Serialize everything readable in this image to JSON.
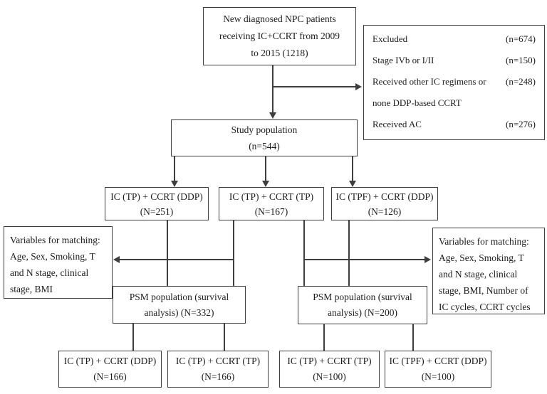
{
  "diagram": {
    "background": "#ffffff",
    "line_color": "#3e3e3e",
    "text_color": "#1c1c1c",
    "top_box": {
      "lines": [
        "New diagnosed NPC patients",
        "receiving IC+CCRT from 2009",
        "to 2015 (1218)"
      ]
    },
    "excluded_box": {
      "rows": [
        {
          "label": "Excluded",
          "value": "(n=674)"
        },
        {
          "label": "Stage IVb or I/II",
          "value": "(n=150)"
        },
        {
          "label": "Received other IC regimens or",
          "value": "(n=248)"
        },
        {
          "label": "none DDP-based CCRT",
          "value": ""
        },
        {
          "label": "Received AC",
          "value": "(n=276)"
        }
      ]
    },
    "study_box": {
      "name": "Study population",
      "n": "(n=544)"
    },
    "arm_boxes": [
      {
        "label": "IC (TP) + CCRT (DDP)",
        "n": "(N=251)"
      },
      {
        "label": "IC (TP) + CCRT (TP)",
        "n": "(N=167)"
      },
      {
        "label": "IC (TPF) + CCRT (DDP)",
        "n": "(N=126)"
      }
    ],
    "matching_left": {
      "lines": [
        "Variables for matching:",
        "Age, Sex, Smoking, T",
        "and N stage, clinical",
        "stage, BMI"
      ]
    },
    "matching_right": {
      "lines": [
        "Variables for matching:",
        "Age, Sex, Smoking, T",
        "and N stage, clinical",
        "stage, BMI, Number of",
        "IC cycles, CCRT cycles"
      ]
    },
    "psm_left": {
      "lines": [
        "PSM population (survival",
        "analysis) (N=332)"
      ]
    },
    "psm_right": {
      "lines": [
        "PSM population (survival",
        "analysis) (N=200)"
      ]
    },
    "final_boxes": [
      {
        "label": "IC (TP) + CCRT (DDP)",
        "n": "(N=166)"
      },
      {
        "label": "IC (TP) + CCRT (TP)",
        "n": "(N=166)"
      },
      {
        "label": "IC (TP) + CCRT (TP)",
        "n": "(N=100)"
      },
      {
        "label": "IC (TPF) + CCRT (DDP)",
        "n": "(N=100)"
      }
    ]
  }
}
